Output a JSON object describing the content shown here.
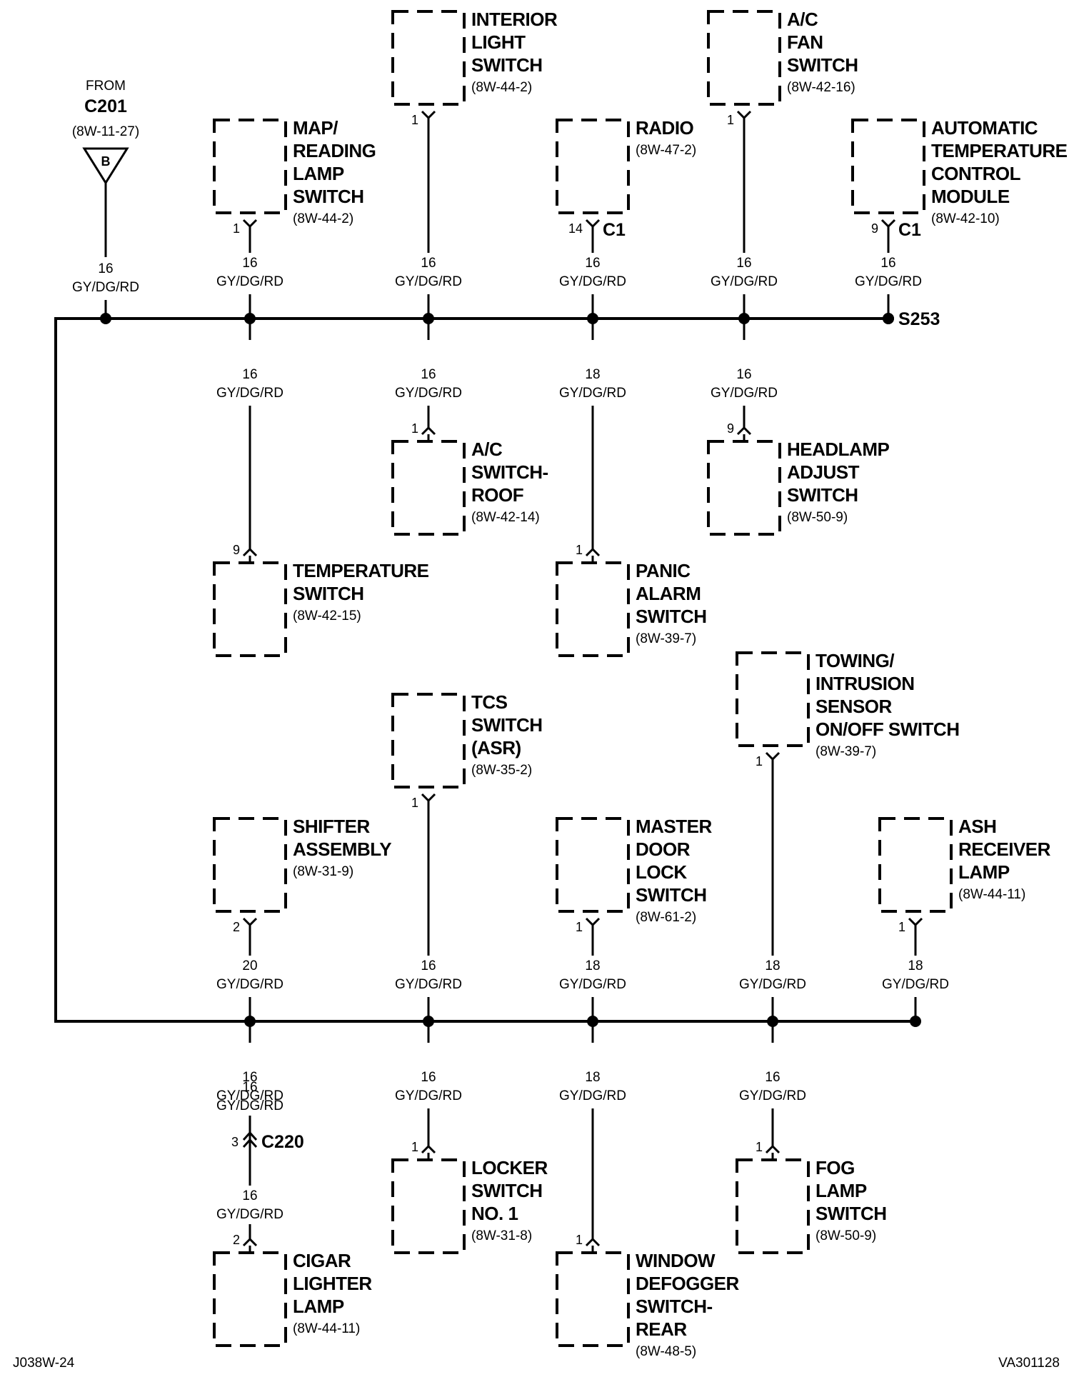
{
  "from_connector": {
    "from_label": "FROM",
    "connector": "C201",
    "ref": "(8W-11-27)",
    "cavity": "B",
    "gauge": "16",
    "color": "GY/DG/RD"
  },
  "splices": {
    "top": "S253"
  },
  "footer": {
    "left_code": "J038W-24",
    "right_code": "VA301128"
  },
  "components": [
    {
      "id": "map-reading-lamp-switch",
      "lines": [
        "MAP/",
        "READING",
        "LAMP",
        "SWITCH"
      ],
      "ref": "(8W-44-2)",
      "pin": "1",
      "connector": "",
      "gauge": "16",
      "color": "GY/DG/RD"
    },
    {
      "id": "interior-light-switch",
      "lines": [
        "INTERIOR",
        "LIGHT",
        "SWITCH"
      ],
      "ref": "(8W-44-2)",
      "pin": "1",
      "connector": "",
      "gauge": "16",
      "color": "GY/DG/RD"
    },
    {
      "id": "radio",
      "lines": [
        "RADIO"
      ],
      "ref": "(8W-47-2)",
      "pin": "14",
      "connector": "C1",
      "gauge": "16",
      "color": "GY/DG/RD"
    },
    {
      "id": "ac-fan-switch",
      "lines": [
        "A/C",
        "FAN",
        "SWITCH"
      ],
      "ref": "(8W-42-16)",
      "pin": "1",
      "connector": "",
      "gauge": "16",
      "color": "GY/DG/RD"
    },
    {
      "id": "automatic-temperature-control-module",
      "lines": [
        "AUTOMATIC",
        "TEMPERATURE",
        "CONTROL",
        "MODULE"
      ],
      "ref": "(8W-42-10)",
      "pin": "9",
      "connector": "C1",
      "gauge": "16",
      "color": "GY/DG/RD"
    },
    {
      "id": "temperature-switch",
      "lines": [
        "TEMPERATURE",
        "SWITCH"
      ],
      "ref": "(8W-42-15)",
      "pin": "9",
      "connector": "",
      "gauge": "16",
      "color": "GY/DG/RD"
    },
    {
      "id": "ac-switch-roof",
      "lines": [
        "A/C",
        "SWITCH-",
        "ROOF"
      ],
      "ref": "(8W-42-14)",
      "pin": "1",
      "connector": "",
      "gauge": "16",
      "color": "GY/DG/RD"
    },
    {
      "id": "panic-alarm-switch",
      "lines": [
        "PANIC",
        "ALARM",
        "SWITCH"
      ],
      "ref": "(8W-39-7)",
      "pin": "1",
      "connector": "",
      "gauge": "18",
      "color": "GY/DG/RD"
    },
    {
      "id": "headlamp-adjust-switch",
      "lines": [
        "HEADLAMP",
        "ADJUST",
        "SWITCH"
      ],
      "ref": "(8W-50-9)",
      "pin": "9",
      "connector": "",
      "gauge": "16",
      "color": "GY/DG/RD"
    },
    {
      "id": "towing-intrusion-sensor-switch",
      "lines": [
        "TOWING/",
        "INTRUSION",
        "SENSOR",
        "ON/OFF SWITCH"
      ],
      "ref": "(8W-39-7)",
      "pin": "1",
      "connector": "",
      "gauge": "18",
      "color": "GY/DG/RD"
    },
    {
      "id": "tcs-switch-asr",
      "lines": [
        "TCS",
        "SWITCH",
        "(ASR)"
      ],
      "ref": "(8W-35-2)",
      "pin": "1",
      "connector": "",
      "gauge": "16",
      "color": "GY/DG/RD"
    },
    {
      "id": "shifter-assembly",
      "lines": [
        "SHIFTER",
        "ASSEMBLY"
      ],
      "ref": "(8W-31-9)",
      "pin": "2",
      "connector": "",
      "gauge": "20",
      "color": "GY/DG/RD"
    },
    {
      "id": "master-door-lock-switch",
      "lines": [
        "MASTER",
        "DOOR",
        "LOCK",
        "SWITCH"
      ],
      "ref": "(8W-61-2)",
      "pin": "1",
      "connector": "",
      "gauge": "18",
      "color": "GY/DG/RD"
    },
    {
      "id": "ash-receiver-lamp",
      "lines": [
        "ASH",
        "RECEIVER",
        "LAMP"
      ],
      "ref": "(8W-44-11)",
      "pin": "1",
      "connector": "",
      "gauge": "18",
      "color": "GY/DG/RD"
    },
    {
      "id": "locker-switch-no1",
      "lines": [
        "LOCKER",
        "SWITCH",
        "NO. 1"
      ],
      "ref": "(8W-31-8)",
      "pin": "1",
      "connector": "",
      "gauge": "16",
      "color": "GY/DG/RD"
    },
    {
      "id": "window-defogger-switch-rear",
      "lines": [
        "WINDOW",
        "DEFOGGER",
        "SWITCH-",
        "REAR"
      ],
      "ref": "(8W-48-5)",
      "pin": "1",
      "connector": "",
      "gauge": "18",
      "color": "GY/DG/RD"
    },
    {
      "id": "fog-lamp-switch",
      "lines": [
        "FOG",
        "LAMP",
        "SWITCH"
      ],
      "ref": "(8W-50-9)",
      "pin": "1",
      "connector": "",
      "gauge": "16",
      "color": "GY/DG/RD"
    },
    {
      "id": "cigar-lighter-lamp",
      "lines": [
        "CIGAR",
        "LIGHTER",
        "LAMP"
      ],
      "ref": "(8W-44-11)",
      "pin": "2",
      "connector": "",
      "gauge": "16",
      "color": "GY/DG/RD"
    }
  ],
  "inline_connector": {
    "cavity": "3",
    "connector": "C220",
    "gauge_above": "16",
    "color_above": "GY/DG/RD",
    "gauge_below": "16",
    "color_below": "GY/DG/RD"
  },
  "branch_labels": [
    {
      "id": "bottom-bus-ash",
      "gauge": "18",
      "color": "GY/DG/RD"
    }
  ]
}
